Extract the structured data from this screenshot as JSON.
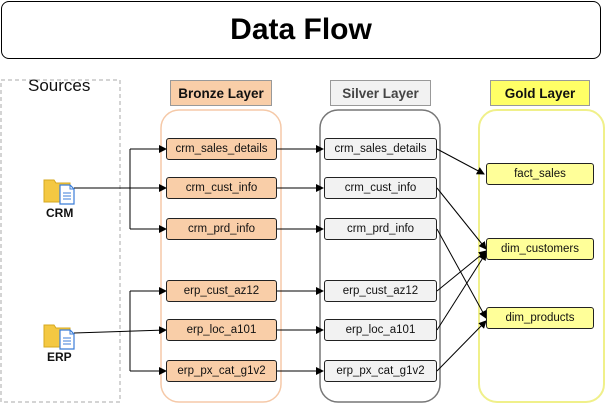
{
  "title": "Data Flow",
  "sources_label": "Sources",
  "layers": {
    "bronze": "Bronze Layer",
    "silver": "Silver Layer",
    "gold": "Gold Layer"
  },
  "sources": {
    "crm": "CRM",
    "erp": "ERP"
  },
  "bronze_nodes": [
    "crm_sales_details",
    "crm_cust_info",
    "crm_prd_info",
    "erp_cust_az12",
    "erp_loc_a101",
    "erp_px_cat_g1v2"
  ],
  "silver_nodes": [
    "crm_sales_details",
    "crm_cust_info",
    "crm_prd_info",
    "erp_cust_az12",
    "erp_loc_a101",
    "erp_px_cat_g1v2"
  ],
  "gold_nodes": [
    "fact_sales",
    "dim_customers",
    "dim_products"
  ],
  "colors": {
    "bronze_fill": "#f9cea8",
    "bronze_container": "#f5c9a8",
    "silver_fill": "#f2f2f2",
    "silver_container": "#777777",
    "gold_fill": "#ffff99",
    "gold_container": "#f0f08a"
  },
  "icons": {
    "crm": "folder-document-icon",
    "erp": "folder-document-icon"
  }
}
